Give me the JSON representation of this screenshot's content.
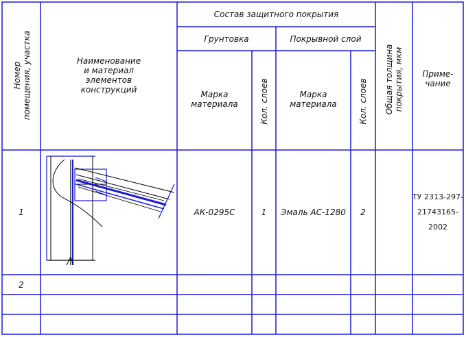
{
  "header": {
    "room_number": "Номер\nпомещения, участка",
    "element_name": "Наименование\nи материал\nэлементов\nконструкций",
    "coating_composition": "Состав защитного покрытия",
    "primer": "Грунтовка",
    "top_layer": "Покрывной слой",
    "primer_material": "Марка\nматериала",
    "primer_layers": "Кол. слоев",
    "top_material": "Марка\nматериала",
    "top_layers": "Кол. слоев",
    "total_thickness": "Общая толщина\nпокрытия, мкм",
    "note": "Приме-\nчание"
  },
  "rows": [
    {
      "number": "1",
      "primer_material": "АК-0295С",
      "primer_layers": "1",
      "top_material": "Эмаль АС-1280",
      "top_layers": "2",
      "total_thickness": "",
      "note": "ТУ 2313-297-\n21743165-2002"
    },
    {
      "number": "2",
      "primer_material": "",
      "primer_layers": "",
      "top_material": "",
      "top_layers": "",
      "total_thickness": "",
      "note": ""
    }
  ],
  "colors": {
    "grid": "#1a1ad8",
    "drawing_black": "#000000",
    "drawing_blue": "#1a1ad8"
  }
}
